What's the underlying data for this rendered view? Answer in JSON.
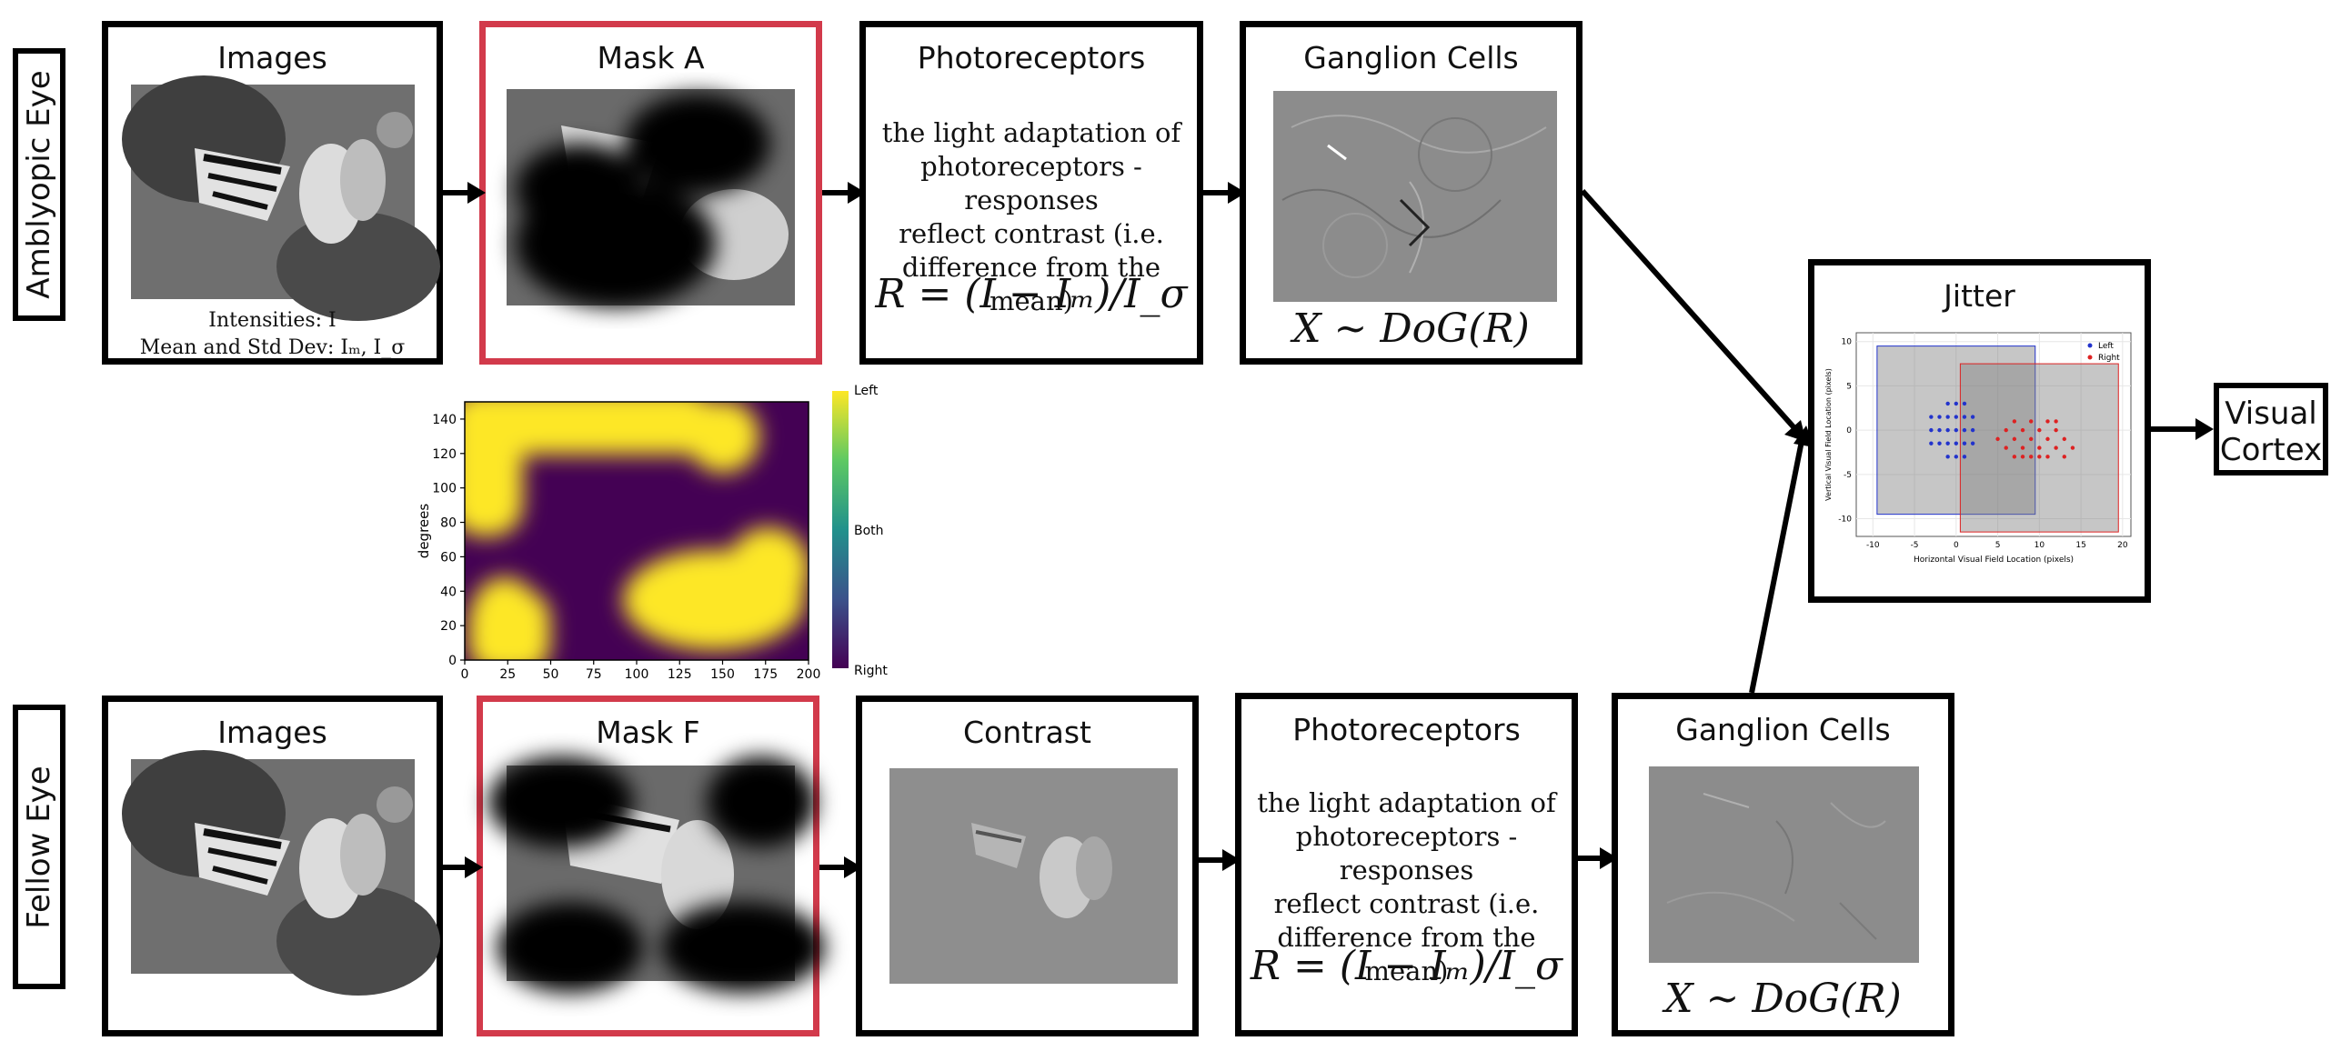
{
  "rows": {
    "amblyopic": {
      "label": "Amblyopic Eye"
    },
    "fellow": {
      "label": "Fellow Eye"
    }
  },
  "amblyopic_row": {
    "images": {
      "title": "Images",
      "caption_intensities": "Intensities: I",
      "caption_mean_std": "Mean and Std Dev: Iₘ, I_σ"
    },
    "mask": {
      "title": "Mask A"
    },
    "photoreceptors": {
      "title": "Photoreceptors",
      "desc_lines": [
        "the light adaptation of",
        "photoreceptors - responses",
        "reflect contrast (i.e.",
        "difference from the mean)"
      ],
      "formula": "R = (I − Iₘ)/I_σ"
    },
    "ganglion": {
      "title": "Ganglion Cells",
      "formula": "X ~ DoG(R)"
    }
  },
  "fellow_row": {
    "images": {
      "title": "Images"
    },
    "mask": {
      "title": "Mask F"
    },
    "contrast": {
      "title": "Contrast"
    },
    "photoreceptors": {
      "title": "Photoreceptors",
      "desc_lines": [
        "the light adaptation of",
        "photoreceptors - responses",
        "reflect contrast (i.e.",
        "difference from the mean)"
      ],
      "formula": "R = (I − Iₘ)/I_σ"
    },
    "ganglion": {
      "title": "Ganglion Cells",
      "formula": "X ~ DoG(R)"
    }
  },
  "jitter": {
    "title": "Jitter"
  },
  "visual_cortex": {
    "line1": "Visual",
    "line2": "Cortex"
  },
  "chart_data": [
    {
      "type": "heatmap",
      "title": "",
      "xlabel": "",
      "ylabel": "degrees",
      "xlim": [
        0,
        200
      ],
      "ylim": [
        0,
        150
      ],
      "xticks": [
        "0",
        "25",
        "50",
        "75",
        "100",
        "125",
        "150",
        "175",
        "200"
      ],
      "yticks": [
        "0",
        "20",
        "40",
        "60",
        "80",
        "100",
        "120",
        "140"
      ],
      "colorbar": {
        "top": "Left",
        "middle": "Both",
        "bottom": "Right"
      },
      "colors": {
        "left": "#fde725",
        "both": "#21918c",
        "right": "#440154"
      }
    },
    {
      "type": "scatter",
      "title": "",
      "xlabel": "Horizontal Visual Field Location (pixels)",
      "ylabel": "Vertical Visual Field Location (pixels)",
      "xlim": [
        -12,
        21
      ],
      "ylim": [
        -12,
        11
      ],
      "xticks": [
        "-10",
        "-5",
        "0",
        "5",
        "10",
        "15",
        "20"
      ],
      "yticks": [
        "10",
        "5",
        "0",
        "-5",
        "-10"
      ],
      "legend": "top-right",
      "series": [
        {
          "name": "Left",
          "color": "#2233cc",
          "rect": {
            "x": [
              -9.5,
              9.5
            ],
            "y": [
              -9.5,
              9.5
            ]
          },
          "points": [
            [
              -3,
              0
            ],
            [
              -2,
              1.5
            ],
            [
              -2,
              -1.5
            ],
            [
              -1,
              3
            ],
            [
              -1,
              0
            ],
            [
              -1,
              -3
            ],
            [
              0,
              1.5
            ],
            [
              0,
              -1.5
            ],
            [
              1,
              3
            ],
            [
              1,
              0
            ],
            [
              1,
              -3
            ],
            [
              2,
              1.5
            ],
            [
              2,
              -1.5
            ],
            [
              -3,
              1.5
            ],
            [
              -3,
              -1.5
            ],
            [
              -2,
              0
            ],
            [
              0,
              0
            ],
            [
              2,
              0
            ],
            [
              -1,
              1.5
            ],
            [
              1,
              1.5
            ],
            [
              -1,
              -1.5
            ],
            [
              1,
              -1.5
            ],
            [
              0,
              3
            ],
            [
              0,
              -3
            ]
          ]
        },
        {
          "name": "Right",
          "color": "#dd2222",
          "rect": {
            "x": [
              0.5,
              19.5
            ],
            "y": [
              -11.5,
              7.5
            ]
          },
          "points": [
            [
              5,
              -1
            ],
            [
              6,
              0
            ],
            [
              6,
              -2
            ],
            [
              7,
              1
            ],
            [
              7,
              -1
            ],
            [
              7,
              -3
            ],
            [
              8,
              0
            ],
            [
              8,
              -2
            ],
            [
              9,
              1
            ],
            [
              9,
              -1
            ],
            [
              9,
              -3
            ],
            [
              10,
              0
            ],
            [
              10,
              -2
            ],
            [
              11,
              1
            ],
            [
              11,
              -1
            ],
            [
              11,
              -3
            ],
            [
              12,
              0
            ],
            [
              12,
              -2
            ],
            [
              13,
              -1
            ],
            [
              13,
              -3
            ],
            [
              14,
              -2
            ],
            [
              10,
              -3
            ],
            [
              8,
              -3
            ],
            [
              12,
              1
            ]
          ]
        }
      ]
    }
  ]
}
